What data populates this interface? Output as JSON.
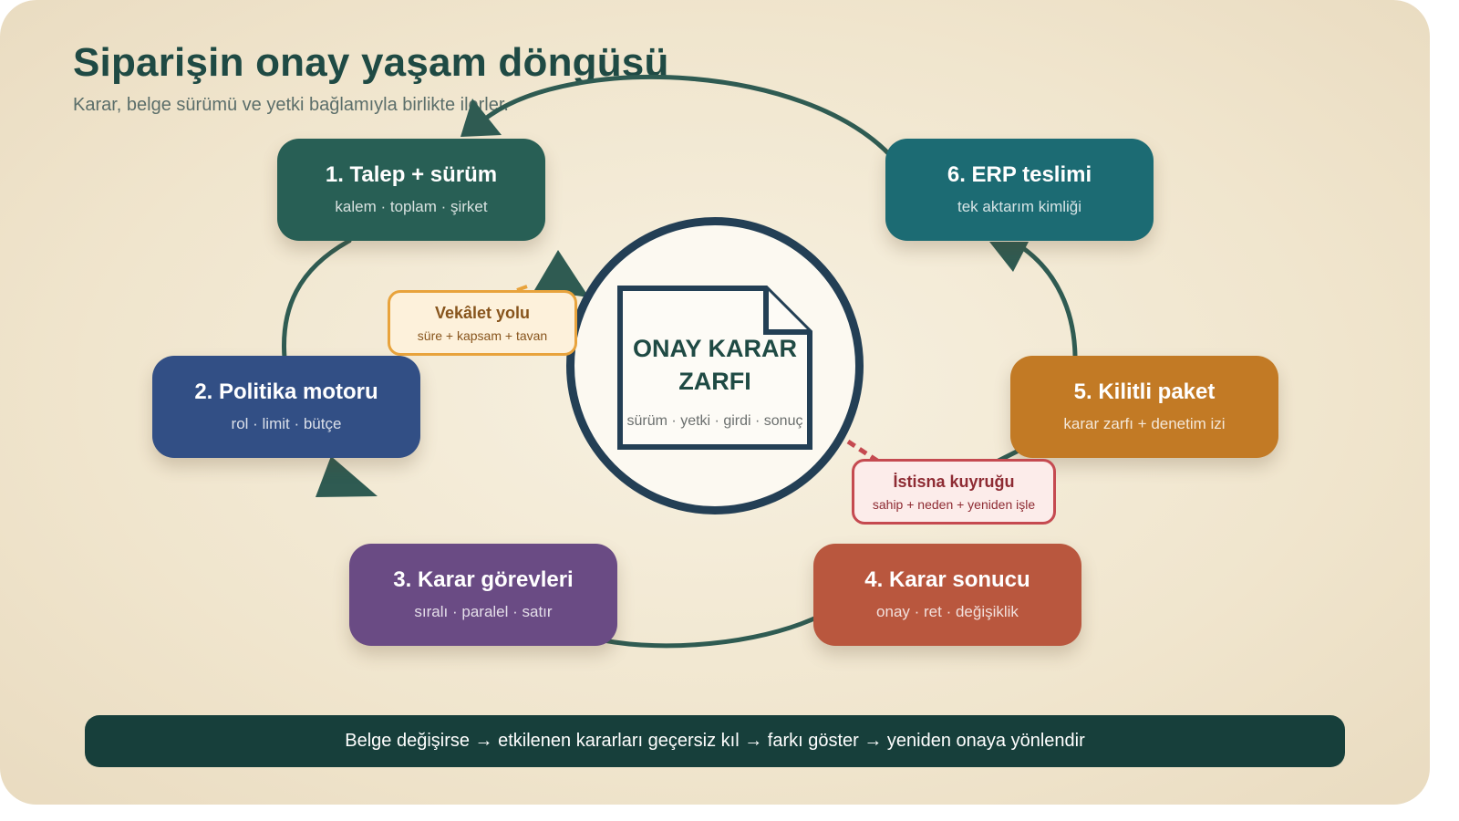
{
  "header": {
    "title": "Siparişin onay yaşam döngüsü",
    "subtitle": "Karar, belge sürümü ve yetki bağlamıyla birlikte ilerler."
  },
  "center": {
    "title": "ONAY KARAR ZARFI",
    "subtitle": "sürüm · yetki · girdi · sonuç"
  },
  "stages": [
    {
      "title": "1. Talep + sürüm",
      "subtitle": "kalem · toplam · şirket"
    },
    {
      "title": "2. Politika motoru",
      "subtitle": "rol · limit · bütçe"
    },
    {
      "title": "3. Karar görevleri",
      "subtitle": "sıralı · paralel · satır"
    },
    {
      "title": "4. Karar sonucu",
      "subtitle": "onay · ret · değişiklik"
    },
    {
      "title": "5. Kilitli paket",
      "subtitle": "karar zarfı + denetim izi"
    },
    {
      "title": "6. ERP teslimi",
      "subtitle": "tek aktarım kimliği"
    }
  ],
  "callouts": {
    "proxy": {
      "title": "Vekâlet yolu",
      "subtitle": "süre + kapsam + tavan"
    },
    "exception": {
      "title": "İstisna kuyruğu",
      "subtitle": "sahip + neden + yeniden işle"
    }
  },
  "footer": {
    "text": "Belge değişirse → etkilenen kararları geçersiz kıl → farkı göster → yeniden onaya yönlendir"
  },
  "colors": {
    "background": "#f0e5cd",
    "title": "#1f4a44",
    "connector": "#2f5b52",
    "stage_1": "#285f55",
    "stage_2": "#324f85",
    "stage_3": "#6a4b84",
    "stage_4": "#b9573e",
    "stage_5": "#c27a25",
    "stage_6": "#1c6b73",
    "hub_ring": "#233f55",
    "proxy_border": "#e8a33c",
    "exception_border": "#c54a50",
    "footer": "#173f3b"
  }
}
